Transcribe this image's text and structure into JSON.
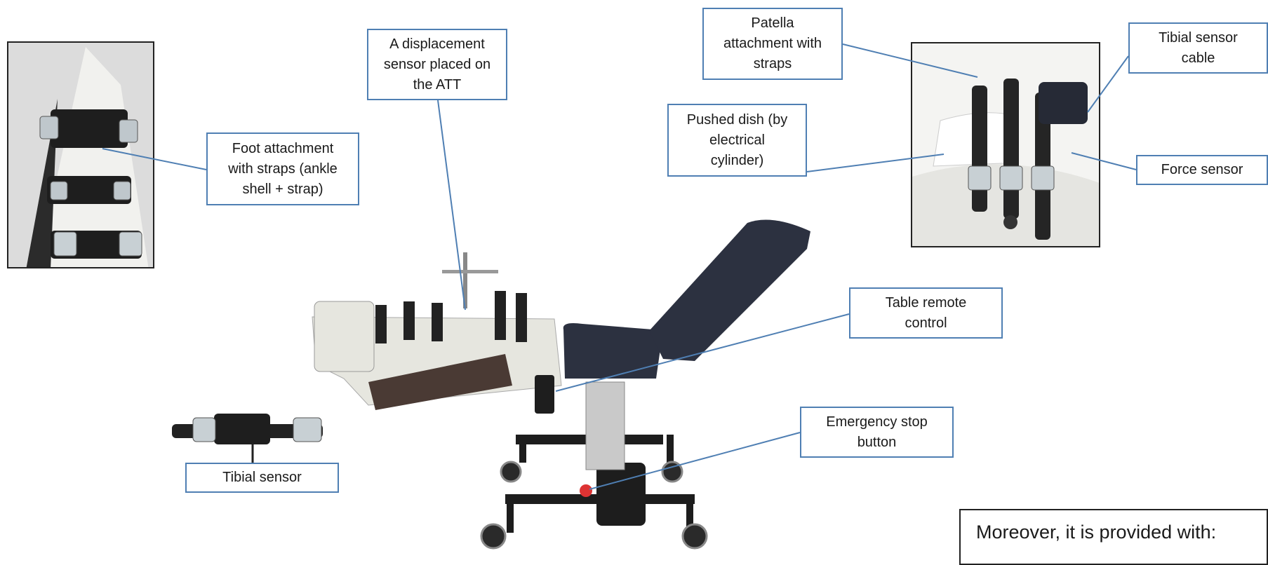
{
  "labels": {
    "foot_attachment": "Foot attachment\nwith straps (ankle\nshell + strap)",
    "displacement_sensor": "A displacement\nsensor placed on\nthe ATT",
    "patella_attachment": "Patella\nattachment with\nstraps",
    "tibial_sensor_cable": "Tibial sensor\ncable",
    "pushed_dish": "Pushed dish (by\nelectrical\ncylinder)",
    "force_sensor": "Force sensor",
    "table_remote": "Table remote\ncontrol",
    "emergency_stop": "Emergency stop\nbutton",
    "tibial_sensor": "Tibial sensor"
  },
  "note": "Moreover, it is provided with:",
  "colors": {
    "leader": "#4f7fb3",
    "box_border": "#4f7fb3",
    "photo_border": "#222222",
    "seat": "#2c3140",
    "shell": "#e6e6df"
  }
}
